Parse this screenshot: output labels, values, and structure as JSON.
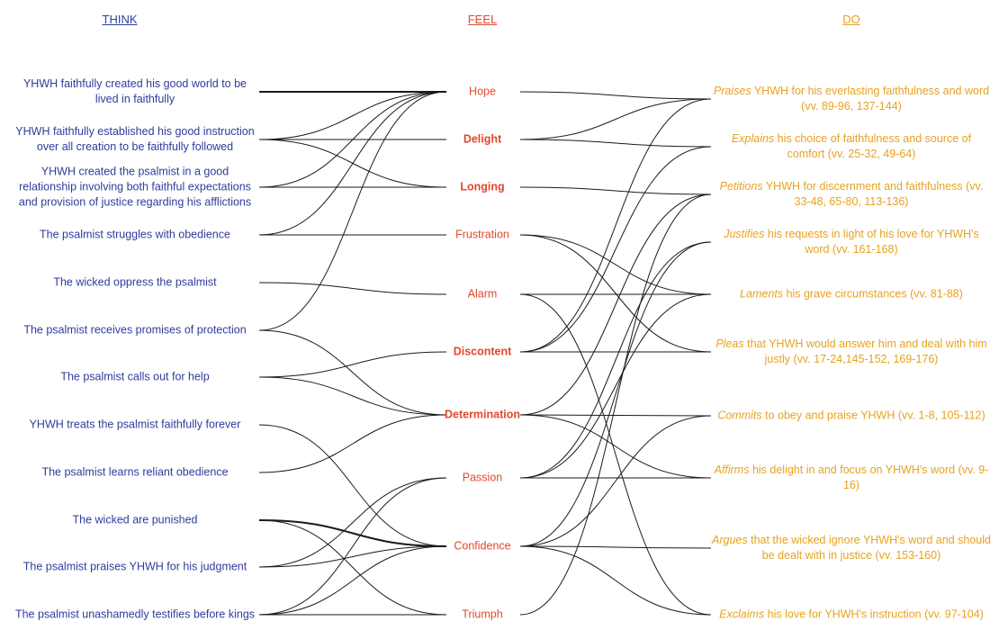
{
  "headers": {
    "think": "THINK",
    "feel": "FEEL",
    "do": "DO"
  },
  "colors": {
    "think": "#2f3c9b",
    "feel": "#e2472b",
    "do": "#e8a21f",
    "line": "#1a1a1a"
  },
  "think": [
    {
      "id": "t0",
      "text": "YHWH faithfully created his good world to be lived in faithfully"
    },
    {
      "id": "t1",
      "text": "YHWH faithfully established his good instruction over all creation to be faithfully followed"
    },
    {
      "id": "t2",
      "text": "YHWH created the psalmist in a good relationship involving both faithful expectations and provision of justice regarding his afflictions"
    },
    {
      "id": "t3",
      "text": "The psalmist struggles with obedience"
    },
    {
      "id": "t4",
      "text": "The wicked oppress the psalmist"
    },
    {
      "id": "t5",
      "text": "The psalmist receives promises of protection"
    },
    {
      "id": "t6",
      "text": "The psalmist calls out for help"
    },
    {
      "id": "t7",
      "text": "YHWH treats the psalmist faithfully forever"
    },
    {
      "id": "t8",
      "text": "The psalmist learns reliant obedience"
    },
    {
      "id": "t9",
      "text": "The wicked are punished"
    },
    {
      "id": "t10",
      "text": "The psalmist praises YHWH for his judgment"
    },
    {
      "id": "t11",
      "text": "The psalmist unashamedly testifies before kings"
    }
  ],
  "feel": [
    {
      "id": "f0",
      "text": "Hope",
      "bold": false
    },
    {
      "id": "f1",
      "text": "Delight",
      "bold": true
    },
    {
      "id": "f2",
      "text": "Longing",
      "bold": true
    },
    {
      "id": "f3",
      "text": "Frustration",
      "bold": false
    },
    {
      "id": "f4",
      "text": "Alarm",
      "bold": false
    },
    {
      "id": "f5",
      "text": "Discontent",
      "bold": true
    },
    {
      "id": "f6",
      "text": "Determination",
      "bold": true
    },
    {
      "id": "f7",
      "text": "Passion",
      "bold": false
    },
    {
      "id": "f8",
      "text": "Confidence",
      "bold": false
    },
    {
      "id": "f9",
      "text": "Triumph",
      "bold": false
    }
  ],
  "do": [
    {
      "id": "d0",
      "verb": "Praises",
      "rest": " YHWH for his everlasting faithfulness and word (vv. 89-96, 137-144)"
    },
    {
      "id": "d1",
      "verb": "Explains",
      "rest": " his choice of faithfulness and source of comfort (vv. 25-32, 49-64)"
    },
    {
      "id": "d2",
      "verb": "Petitions",
      "rest": " YHWH for discernment and faithfulness (vv. 33-48, 65-80, 113-136)"
    },
    {
      "id": "d3",
      "verb": "Justifies",
      "rest": " his requests in light of his love for YHWH's word (vv. 161-168)"
    },
    {
      "id": "d4",
      "verb": "Laments",
      "rest": " his grave circumstances (vv. 81-88)"
    },
    {
      "id": "d5",
      "verb": "Pleas",
      "rest": " that YHWH would answer him and deal with him justly (vv. 17-24,145-152, 169-176)"
    },
    {
      "id": "d6",
      "verb": "Commits",
      "rest": " to obey and praise YHWH (vv. 1-8, 105-112)"
    },
    {
      "id": "d7",
      "verb": "Affirms",
      "rest": " his delight in and focus on YHWH's word (vv. 9-16)"
    },
    {
      "id": "d8",
      "verb": "Argues",
      "rest": " that the wicked ignore YHWH's word and should be dealt with in justice (vv. 153-160)"
    },
    {
      "id": "d9",
      "verb": "Exclaims",
      "rest": " his love for YHWH's instruction (vv. 97-104)"
    }
  ],
  "links_think_feel": [
    [
      "t0",
      "f0",
      2
    ],
    [
      "t1",
      "f0",
      1
    ],
    [
      "t1",
      "f1",
      1
    ],
    [
      "t1",
      "f2",
      1
    ],
    [
      "t2",
      "f0",
      1
    ],
    [
      "t2",
      "f2",
      1
    ],
    [
      "t3",
      "f0",
      1
    ],
    [
      "t3",
      "f3",
      1
    ],
    [
      "t4",
      "f4",
      1
    ],
    [
      "t5",
      "f0",
      1
    ],
    [
      "t5",
      "f6",
      1
    ],
    [
      "t6",
      "f5",
      1
    ],
    [
      "t6",
      "f6",
      1
    ],
    [
      "t7",
      "f8",
      1
    ],
    [
      "t8",
      "f6",
      1
    ],
    [
      "t9",
      "f8",
      2
    ],
    [
      "t9",
      "f9",
      1
    ],
    [
      "t10",
      "f7",
      1
    ],
    [
      "t10",
      "f8",
      1
    ],
    [
      "t11",
      "f7",
      1
    ],
    [
      "t11",
      "f8",
      1
    ],
    [
      "t11",
      "f9",
      1
    ]
  ],
  "links_feel_do": [
    [
      "f0",
      "d0",
      1
    ],
    [
      "f1",
      "d0",
      1
    ],
    [
      "f1",
      "d1",
      1
    ],
    [
      "f2",
      "d2",
      1
    ],
    [
      "f3",
      "d4",
      1
    ],
    [
      "f3",
      "d5",
      1
    ],
    [
      "f4",
      "d4",
      1
    ],
    [
      "f4",
      "d9",
      1
    ],
    [
      "f5",
      "d0",
      1
    ],
    [
      "f5",
      "d1",
      1
    ],
    [
      "f5",
      "d5",
      1
    ],
    [
      "f6",
      "d2",
      1
    ],
    [
      "f6",
      "d6",
      1
    ],
    [
      "f6",
      "d7",
      1
    ],
    [
      "f7",
      "d3",
      1
    ],
    [
      "f7",
      "d4",
      1
    ],
    [
      "f7",
      "d7",
      1
    ],
    [
      "f8",
      "d3",
      1
    ],
    [
      "f8",
      "d6",
      1
    ],
    [
      "f8",
      "d8",
      1
    ],
    [
      "f8",
      "d9",
      1
    ],
    [
      "f9",
      "d2",
      1
    ]
  ]
}
